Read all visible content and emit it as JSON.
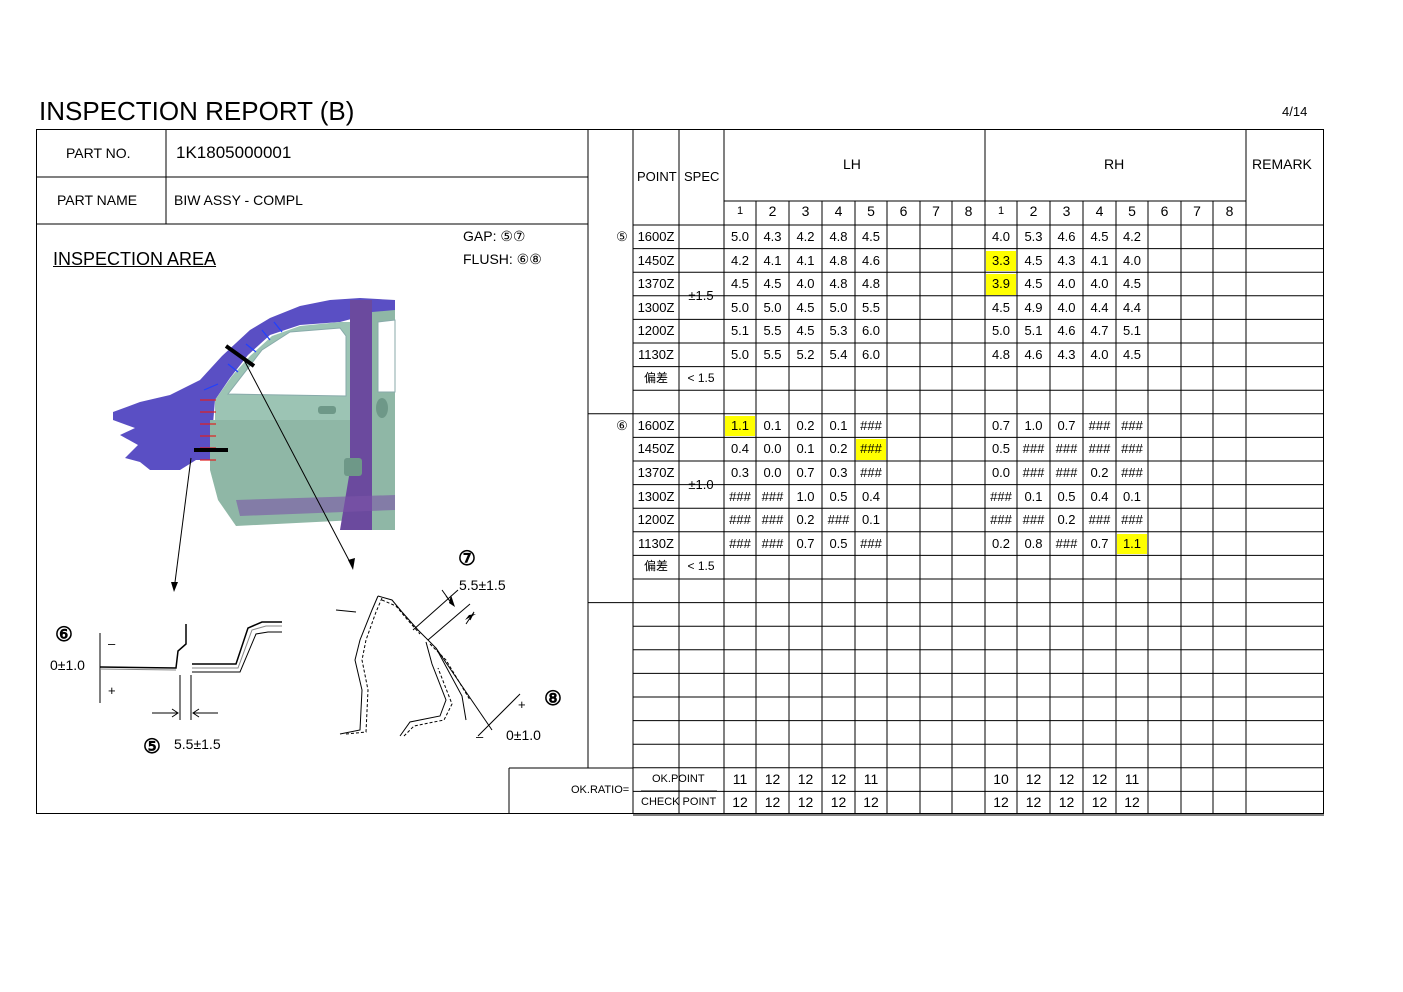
{
  "header": {
    "title": "INSPECTION REPORT (B)",
    "page": "4/14"
  },
  "part": {
    "no_label": "PART NO.",
    "no_value": "1K1805000001",
    "name_label": "PART NAME",
    "name_value": "BIW ASSY - COMPL"
  },
  "area": {
    "title": "INSPECTION AREA",
    "gap_label": "GAP: ⑤⑦",
    "flush_label": "FLUSH: ⑥⑧"
  },
  "columns": {
    "point": "POINT",
    "spec": "SPEC",
    "lh": "LH",
    "rh": "RH",
    "remark": "REMARK",
    "nums": [
      "1",
      "2",
      "3",
      "4",
      "5",
      "6",
      "7",
      "8"
    ]
  },
  "colors": {
    "highlight": "#ffff00",
    "body_teal": "#8fb7a6",
    "body_purple": "#6b4a9e",
    "body_blue": "#5a4fc4"
  },
  "groups": [
    {
      "marker": "⑤",
      "spec": "±1.5",
      "dev_label": "偏差",
      "dev_value": "< 1.5",
      "rows": [
        {
          "point": "1600Z",
          "lh": [
            "5.0",
            "4.3",
            "4.2",
            "4.8",
            "4.5"
          ],
          "rh": [
            "4.0",
            "5.3",
            "4.6",
            "4.5",
            "4.2"
          ],
          "lh_hl": [],
          "rh_hl": []
        },
        {
          "point": "1450Z",
          "lh": [
            "4.2",
            "4.1",
            "4.1",
            "4.8",
            "4.6"
          ],
          "rh": [
            "3.3",
            "4.5",
            "4.3",
            "4.1",
            "4.0"
          ],
          "lh_hl": [],
          "rh_hl": [
            0
          ]
        },
        {
          "point": "1370Z",
          "lh": [
            "4.5",
            "4.5",
            "4.0",
            "4.8",
            "4.8"
          ],
          "rh": [
            "3.9",
            "4.5",
            "4.0",
            "4.0",
            "4.5"
          ],
          "lh_hl": [],
          "rh_hl": [
            0
          ]
        },
        {
          "point": "1300Z",
          "lh": [
            "5.0",
            "5.0",
            "4.5",
            "5.0",
            "5.5"
          ],
          "rh": [
            "4.5",
            "4.9",
            "4.0",
            "4.4",
            "4.4"
          ],
          "lh_hl": [],
          "rh_hl": []
        },
        {
          "point": "1200Z",
          "lh": [
            "5.1",
            "5.5",
            "4.5",
            "5.3",
            "6.0"
          ],
          "rh": [
            "5.0",
            "5.1",
            "4.6",
            "4.7",
            "5.1"
          ],
          "lh_hl": [],
          "rh_hl": []
        },
        {
          "point": "1130Z",
          "lh": [
            "5.0",
            "5.5",
            "5.2",
            "5.4",
            "6.0"
          ],
          "rh": [
            "4.8",
            "4.6",
            "4.3",
            "4.0",
            "4.5"
          ],
          "lh_hl": [],
          "rh_hl": []
        }
      ]
    },
    {
      "marker": "⑥",
      "spec": "±1.0",
      "dev_label": "偏差",
      "dev_value": "< 1.5",
      "rows": [
        {
          "point": "1600Z",
          "lh": [
            "1.1",
            "0.1",
            "0.2",
            "0.1",
            "###"
          ],
          "rh": [
            "0.7",
            "1.0",
            "0.7",
            "###",
            "###"
          ],
          "lh_hl": [
            0
          ],
          "rh_hl": []
        },
        {
          "point": "1450Z",
          "lh": [
            "0.4",
            "0.0",
            "0.1",
            "0.2",
            "###"
          ],
          "rh": [
            "0.5",
            "###",
            "###",
            "###",
            "###"
          ],
          "lh_hl": [
            4
          ],
          "rh_hl": []
        },
        {
          "point": "1370Z",
          "lh": [
            "0.3",
            "0.0",
            "0.7",
            "0.3",
            "###"
          ],
          "rh": [
            "0.0",
            "###",
            "###",
            "0.2",
            "###"
          ],
          "lh_hl": [],
          "rh_hl": []
        },
        {
          "point": "1300Z",
          "lh": [
            "###",
            "###",
            "1.0",
            "0.5",
            "0.4"
          ],
          "rh": [
            "###",
            "0.1",
            "0.5",
            "0.4",
            "0.1"
          ],
          "lh_hl": [],
          "rh_hl": []
        },
        {
          "point": "1200Z",
          "lh": [
            "###",
            "###",
            "0.2",
            "###",
            "0.1"
          ],
          "rh": [
            "###",
            "###",
            "0.2",
            "###",
            "###"
          ],
          "lh_hl": [],
          "rh_hl": []
        },
        {
          "point": "1130Z",
          "lh": [
            "###",
            "###",
            "0.7",
            "0.5",
            "###"
          ],
          "rh": [
            "0.2",
            "0.8",
            "###",
            "0.7",
            "1.1"
          ],
          "lh_hl": [],
          "rh_hl": [
            4
          ]
        }
      ]
    }
  ],
  "ratio": {
    "label": "OK.RATIO=",
    "ok_label": "OK.POINT",
    "check_label": "CHECK POINT",
    "ok_lh": [
      "11",
      "12",
      "12",
      "12",
      "11"
    ],
    "ok_rh": [
      "10",
      "12",
      "12",
      "12",
      "11"
    ],
    "check_lh": [
      "12",
      "12",
      "12",
      "12",
      "12"
    ],
    "check_rh": [
      "12",
      "12",
      "12",
      "12",
      "12"
    ]
  },
  "diagram": {
    "m6": "⑥",
    "m5": "⑤",
    "m7": "⑦",
    "m8": "⑧",
    "flush6_spec": "0±1.0",
    "gap5_spec": "5.5±1.5",
    "gap7_spec": "5.5±1.5",
    "flush8_spec": "0±1.0",
    "minus": "–",
    "plus": "+"
  }
}
